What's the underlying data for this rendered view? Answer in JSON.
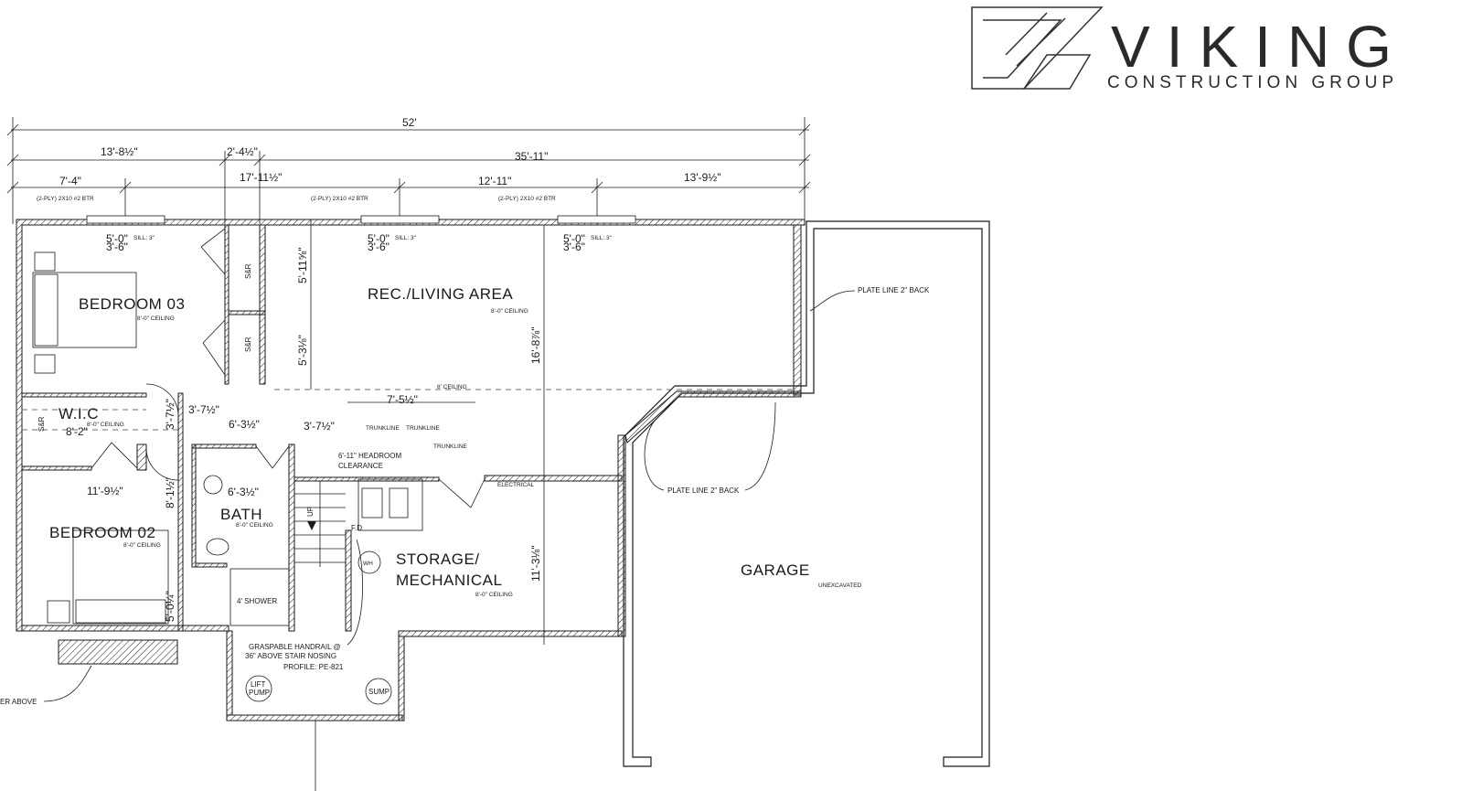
{
  "logo": {
    "name": "VIKING",
    "subtitle": "CONSTRUCTION GROUP"
  },
  "dimensions": {
    "overall": "52'",
    "left_run": "13'-8½\"",
    "right_run": "35'-11\"",
    "small_run": "2'-4½\"",
    "mid_run": "17'-11½\"",
    "seg1": "7'-4\"",
    "seg2": "12'-11\"",
    "seg3": "13'-9½\"",
    "rec_vertical_a": "5'-11⅝\"",
    "rec_vertical_b": "5'-3⅛\"",
    "rec_vertical_total": "16'-8⅞\"",
    "hall_a": "3'-7½\"",
    "hall_b": "3'-7½\"",
    "hall_c": "6'-3½\"",
    "hall_d": "3'-7½\"",
    "stair_run": "7'-5½\"",
    "wic_width": "8'-2\"",
    "bath_width": "6'-3½\"",
    "bed2_width": "11'-9½\"",
    "bed2_height": "8'-1½\"",
    "bath_side": "5'-0¼\"",
    "storage_height": "11'-3⅛\""
  },
  "beams": [
    "(2-PLY) 2X10 #2 BTR",
    "(2-PLY) 2X10 #2 BTR",
    "(2-PLY) 2X10 #2 BTR"
  ],
  "windows": {
    "size": "5'-0\"",
    "height": "3'-6\"",
    "sill": "SILL: 3\""
  },
  "rooms": {
    "bedroom3": {
      "label": "BEDROOM 03",
      "ceiling": "8'-0\" CEILING"
    },
    "rec": {
      "label": "REC./LIVING AREA",
      "ceiling": "8'-0\" CEILING"
    },
    "wic": {
      "label": "W.I.C",
      "ceiling": "8'-0\" CEILING"
    },
    "bedroom2": {
      "label": "BEDROOM 02",
      "ceiling": "8'-0\" CEILING"
    },
    "bath": {
      "label": "BATH",
      "ceiling": "8'-0\" CEILING"
    },
    "storage_line1": "STORAGE/",
    "storage_line2": "MECHANICAL",
    "storage_ceiling": "8'-0\" CEILING",
    "garage": {
      "label": "GARAGE",
      "sub": "UNEXCAVATED"
    }
  },
  "notes": {
    "plate_line_1": "PLATE LINE 2\" BACK",
    "plate_line_2": "PLATE LINE 2\" BACK",
    "trunkline": "TRUNKLINE",
    "headroom_1": "6'-11\" HEADROOM",
    "headroom_2": "CLEARANCE",
    "electrical": "ELECTRICAL",
    "handrail_1": "GRASPABLE HANDRAIL @",
    "handrail_2": "36\" ABOVE STAIR NOSING",
    "handrail_3": "PROFILE: PE-821",
    "lift_pump_1": "LIFT",
    "lift_pump_2": "PUMP",
    "sump": "SUMP",
    "wh": "WH",
    "fd": "F.D",
    "shower": "4' SHOWER",
    "up": "UP",
    "above": "ER ABOVE",
    "shelf": "S&R",
    "dashed_ceiling": "8' CEILING"
  }
}
